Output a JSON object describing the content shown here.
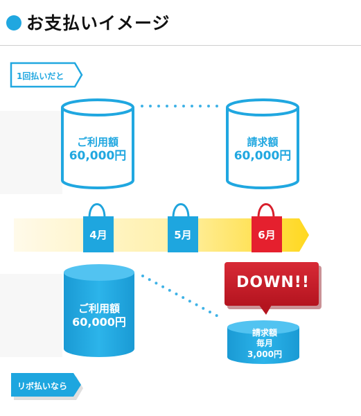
{
  "header": {
    "title": "お支払いイメージ"
  },
  "lump_sum": {
    "tag": "1回払いだと",
    "usage": {
      "label": "ご利用額",
      "amount": "60,000円"
    },
    "bill": {
      "label": "請求額",
      "amount": "60,000円"
    }
  },
  "months": [
    "4月",
    "5月",
    "6月"
  ],
  "revolving": {
    "tag": "リボ払いなら",
    "usage": {
      "label": "ご利用額",
      "amount": "60,000円"
    },
    "callout": "DOWN!!",
    "bill": {
      "label": "請求額",
      "sub": "毎月",
      "amount": "3,000円"
    }
  },
  "colors": {
    "accent": "#20a7e0",
    "highlight_month": "#e5202e",
    "down_red": "#c8202c",
    "arrow_yellow": "#ffdc2e"
  }
}
